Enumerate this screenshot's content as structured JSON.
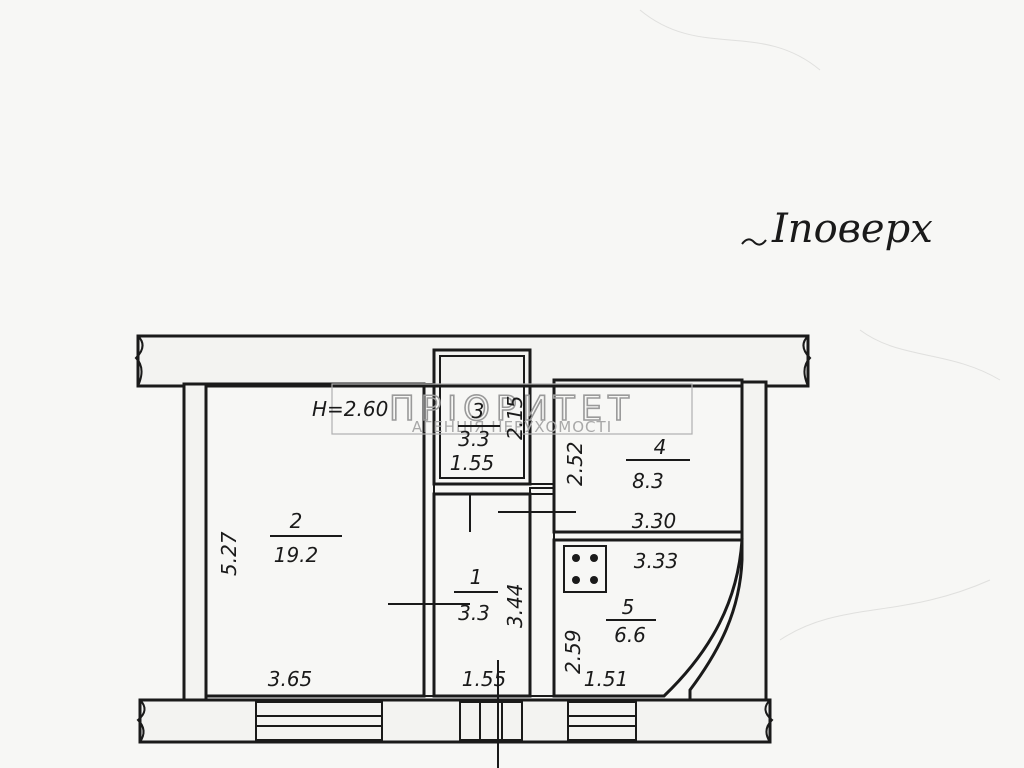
{
  "floor_label": "Іповерх",
  "ceiling_height": "H=2.60",
  "watermark": {
    "title": "ПРІОРИТЕТ",
    "subtitle": "АГЕНЦІЯ НЕРУХОМОСТІ"
  },
  "rooms": [
    {
      "id": "1",
      "area": "3.3",
      "width_label": "1.55",
      "length_label": "3.44"
    },
    {
      "id": "2",
      "area": "19.2",
      "width_label": "3.65",
      "length_label": "5.27"
    },
    {
      "id": "3",
      "area": "3.3",
      "width_label": "1.55",
      "length_label": "2.15"
    },
    {
      "id": "4",
      "area": "8.3",
      "width_label": "3.30",
      "length_label": "2.52"
    },
    {
      "id": "5",
      "area": "6.6",
      "width_label": "3.33",
      "width2_label": "1.51",
      "length_label": "2.59"
    }
  ]
}
